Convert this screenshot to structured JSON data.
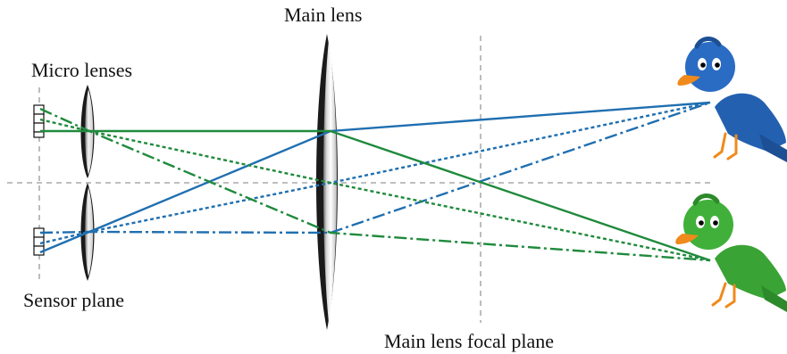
{
  "labels": {
    "main_lens": "Main lens",
    "micro_lenses": "Micro lenses",
    "sensor_plane": "Sensor plane",
    "focal_plane": "Main lens focal plane"
  },
  "colors": {
    "blue_rays": "#1f6fb0",
    "green_rays": "#1f8a3c",
    "guide_lines": "#999999",
    "lens_rim": "#111111",
    "blue_bird": "#2460b0",
    "green_bird": "#3aa335",
    "beak": "#f08a1c"
  },
  "icons": {
    "top_subject": "blue-bird-icon",
    "bottom_subject": "green-bird-icon"
  }
}
